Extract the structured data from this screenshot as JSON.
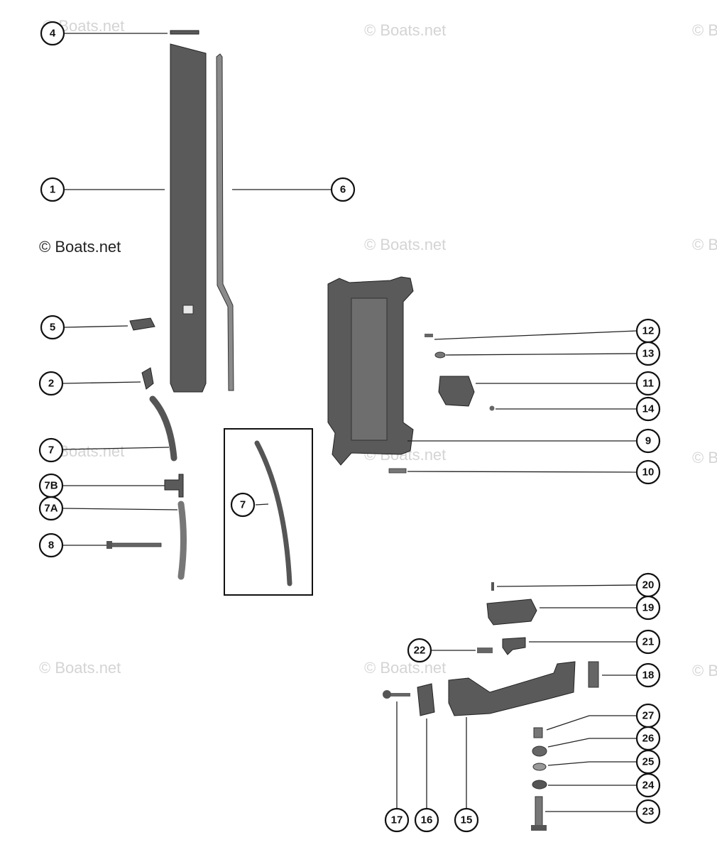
{
  "watermarks": {
    "text": "© Boats.net",
    "partial": "© B"
  },
  "callouts": {
    "c1": "1",
    "c2": "2",
    "c4": "4",
    "c5": "5",
    "c6": "6",
    "c7": "7",
    "c7inset": "7",
    "c7a": "7A",
    "c7b": "7B",
    "c8": "8",
    "c9": "9",
    "c10": "10",
    "c11": "11",
    "c12": "12",
    "c13": "13",
    "c14": "14",
    "c15": "15",
    "c16": "16",
    "c17": "17",
    "c18": "18",
    "c19": "19",
    "c20": "20",
    "c21": "21",
    "c22": "22",
    "c23": "23",
    "c24": "24",
    "c25": "25",
    "c26": "26",
    "c27": "27"
  },
  "colors": {
    "ink": "#111111",
    "part_dark": "#5a5a5a",
    "watermark": "#d4d4d4"
  }
}
